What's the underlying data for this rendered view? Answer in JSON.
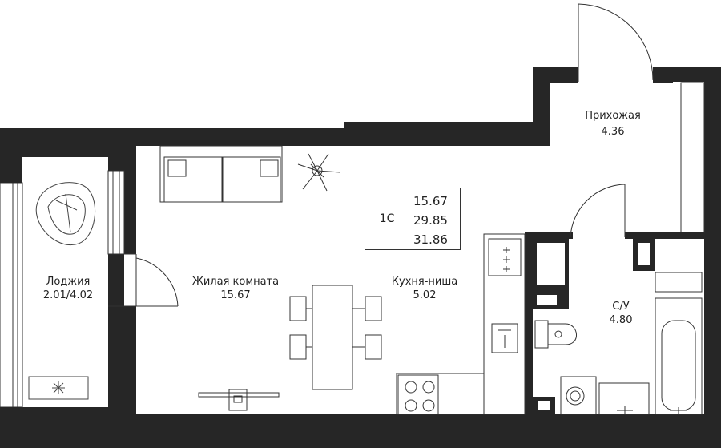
{
  "rooms": {
    "hallway": {
      "name": "Прихожая",
      "area": "4.36"
    },
    "living": {
      "name": "Жилая комната",
      "area": "15.67"
    },
    "kitchen": {
      "name": "Кухня-ниша",
      "area": "5.02"
    },
    "bathroom": {
      "name": "С/У",
      "area": "4.80"
    },
    "loggia": {
      "name": "Лоджия",
      "area": "2.01/4.02"
    }
  },
  "summary": {
    "type": "1С",
    "living_area": "15.67",
    "total_area": "29.85",
    "total_with_loggia": "31.86"
  },
  "colors": {
    "wall": "#262626",
    "line": "#333333",
    "background": "#ffffff"
  }
}
